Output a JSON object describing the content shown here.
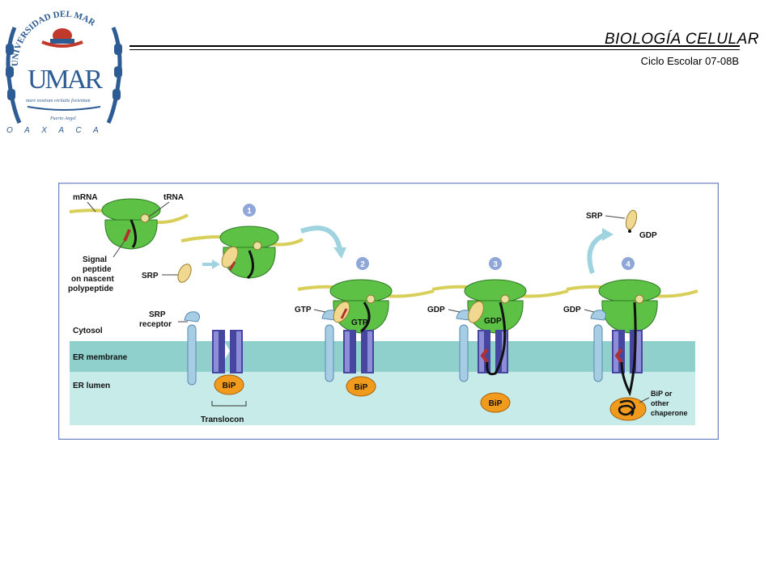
{
  "header": {
    "course_title": "BIOLOGÍA CELULAR",
    "cycle": "Ciclo Escolar 07-08B"
  },
  "logo": {
    "arc_text": "UNIVERSIDAD DEL MAR",
    "monogram": "UMAR",
    "motto": "mare nostrum veritatis fovientum",
    "campus": "Puerto Angel",
    "state": "O A X A C A",
    "color": "#2d5b94"
  },
  "diagram": {
    "labels": {
      "mrna": "mRNA",
      "trna": "tRNA",
      "signal1": "Signal",
      "signal2": "peptide",
      "signal3": "on nascent",
      "signal4": "polypeptide",
      "srp_left": "SRP",
      "srp_receptor1": "SRP",
      "srp_receptor2": "receptor",
      "cytosol": "Cytosol",
      "er_membrane": "ER membrane",
      "er_lumen": "ER lumen",
      "translocon": "Translocon",
      "gtp_a": "GTP",
      "gtp_b": "GTP",
      "gdp_a": "GDP",
      "gdp_b": "GDP",
      "gdp_c": "GDP",
      "gdp_d": "GDP",
      "srp_top": "SRP",
      "bip_other1": "BiP or",
      "bip_other2": "other",
      "bip_other3": "chaperone",
      "bip": "BiP"
    },
    "steps": [
      "1",
      "2",
      "3",
      "4"
    ],
    "colors": {
      "ribosome": "#5cc144",
      "mrna": "#d8cf5a",
      "signal_peptide": "#b03030",
      "srp": "#f0d890",
      "membrane": "#8fd0cc",
      "lumen": "#c6ebe9",
      "translocon": "#4646a0",
      "receptor": "#a7cde4",
      "bip": "#f09a1e",
      "arrow": "#9fd3e0",
      "step_badge": "#8fa6d8"
    }
  }
}
